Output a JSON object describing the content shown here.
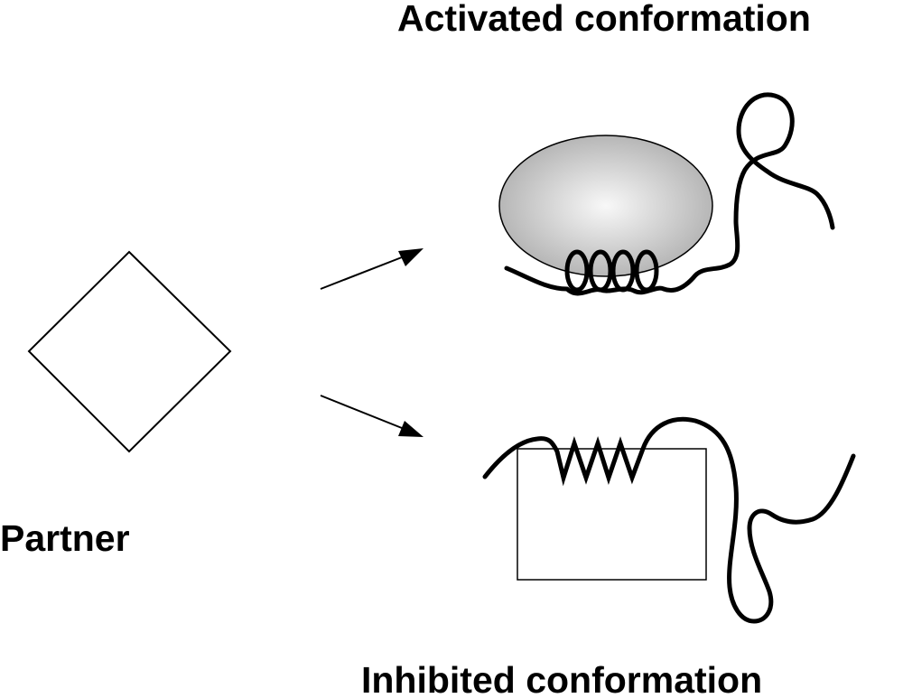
{
  "labels": {
    "activated": "Activated conformation",
    "inhibited": "Inhibited conformation",
    "partner": "Partner"
  },
  "colors": {
    "ink": "#000000",
    "ellipse_center": "#f7f7f7",
    "ellipse_edge": "#b4b4b4",
    "background": "#ffffff"
  },
  "shapes": {
    "partner": "diamond",
    "activated_domain": "shaded-ellipse",
    "activated_motif": "coiled-helix",
    "inhibited_domain": "rectangle",
    "inhibited_motif": "zigzag",
    "arrows": [
      "partner-to-activated",
      "partner-to-inhibited"
    ]
  }
}
